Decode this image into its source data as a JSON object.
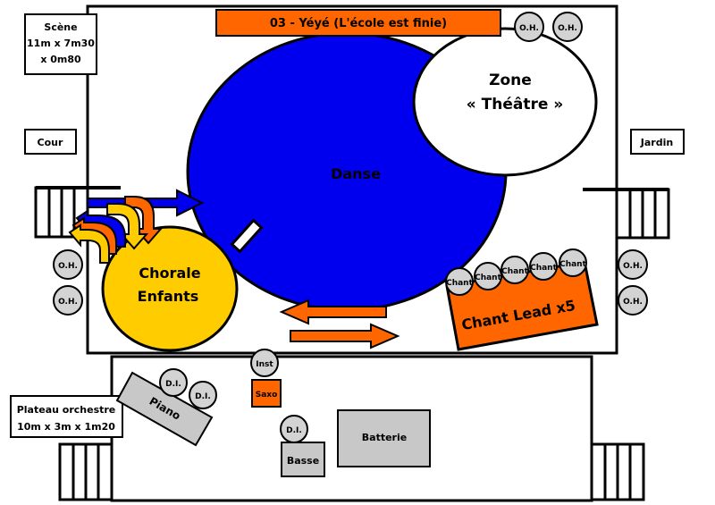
{
  "title": "03 - Yéyé (L'école est finie)",
  "stage_info": [
    "Scène",
    "11m x 7m30",
    "x 0m80"
  ],
  "side_left": "Cour",
  "side_right": "Jardin",
  "zones": {
    "theatre": [
      "Zone",
      "« Théâtre »"
    ],
    "danse": "Danse",
    "chorale": [
      "Chorale",
      "Enfants"
    ],
    "chant_lead": "Chant Lead x5"
  },
  "oh_label": "O.H.",
  "di_label": "D.I.",
  "chant_label": "Chant",
  "instruments": {
    "inst": "Inst",
    "saxo": "Saxo",
    "piano": "Piano",
    "basse": "Basse",
    "batterie": "Batterie"
  },
  "orchestra_info": [
    "Plateau orchestre",
    "10m x 3m x 1m20"
  ],
  "colors": {
    "orange": "#ff6600",
    "blue": "#0000ee",
    "yellow": "#ffcc00",
    "gray": "#c8c8c8",
    "black": "#000000"
  }
}
